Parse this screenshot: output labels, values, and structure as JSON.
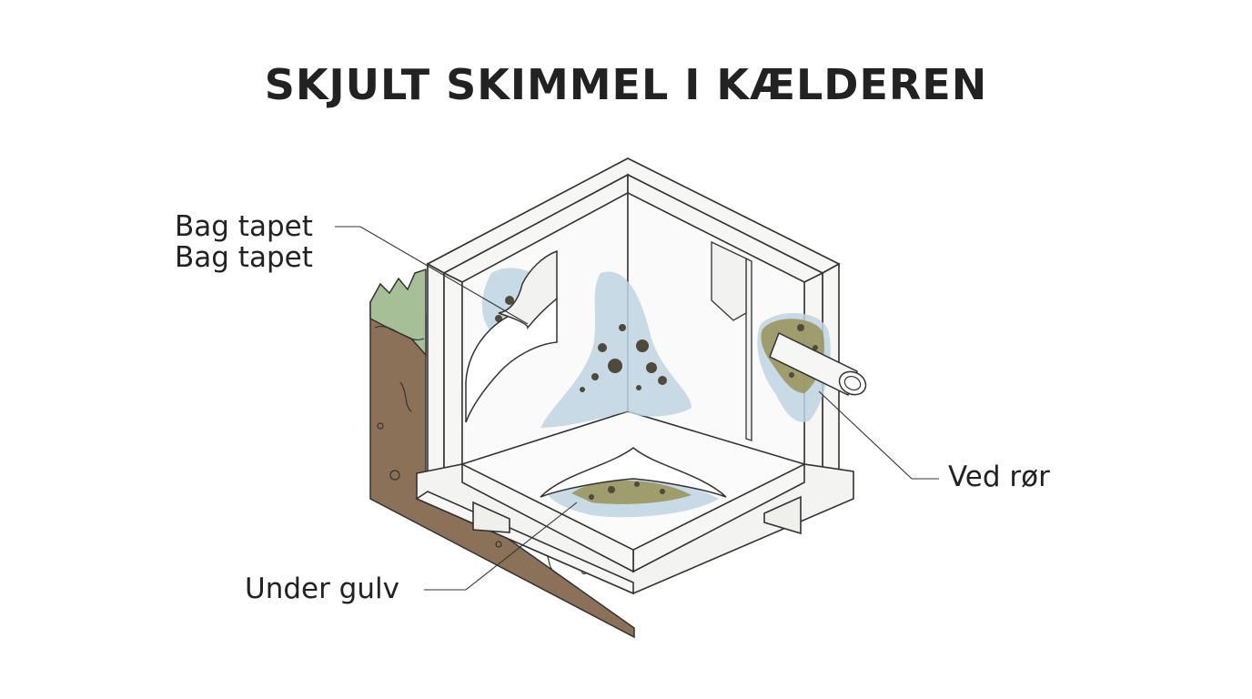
{
  "title": "SKJULT SKIMMEL I KÆLDEREN",
  "labels": {
    "behind_wallpaper_line1": "Bag tapet",
    "behind_wallpaper_line2": "Bag tapet",
    "at_pipe": "Ved rør",
    "under_floor": "Under gulv"
  },
  "colors": {
    "text": "#222222",
    "soil": "#8a7157",
    "grass": "#a7bf97",
    "mold_halo": "#bdd3e2",
    "mold_stain": "#9a9560",
    "mold_spot": "#4f4a3a",
    "outline": "#333333"
  },
  "icons": [
    "cut-away-basement",
    "peeling-wallpaper",
    "pipe",
    "soil-profile"
  ]
}
